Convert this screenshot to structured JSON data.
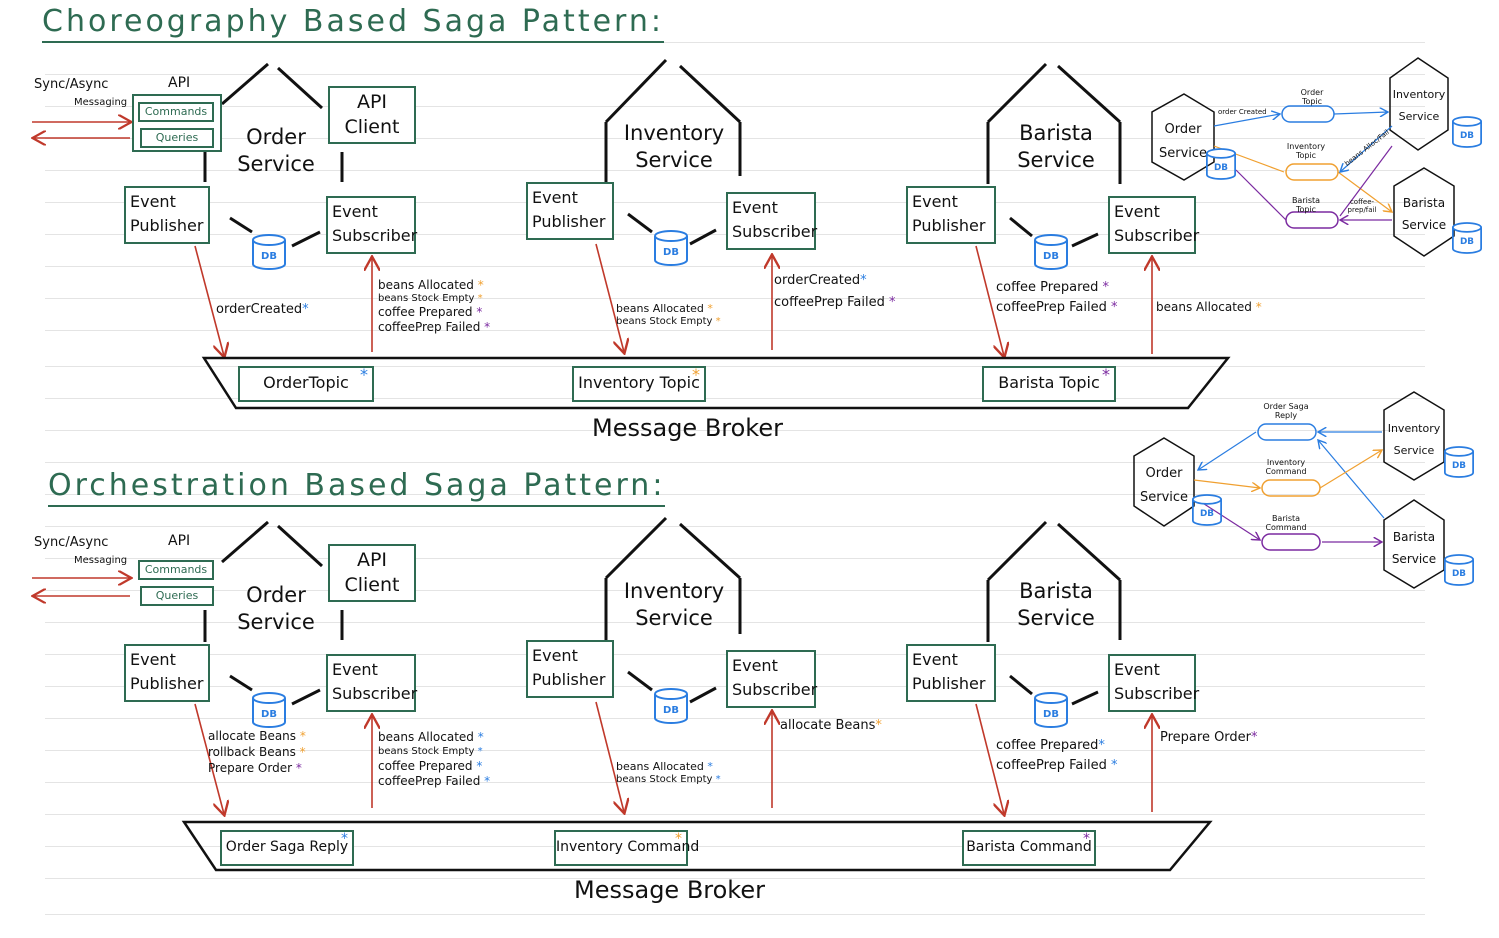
{
  "colors": {
    "title": "#2e6b52",
    "arrow": "#c0392b",
    "blue": "#2a7de1",
    "orange": "#f0a030",
    "purple": "#7b2aa0"
  },
  "choreography": {
    "title": "Choreography Based Saga Pattern:",
    "sync_label": "Sync/Async",
    "messaging_label": "Messaging",
    "api_label": "API",
    "commands_label": "Commands",
    "queries_label": "Queries",
    "api_client": "API Client",
    "order_service": "Order Service",
    "inventory_service": "Inventory Service",
    "barista_service": "Barista Service",
    "event_publisher": "Event Publisher",
    "event_subscriber": "Event Subscriber",
    "db": "DB",
    "order_pub_events": [
      "orderCreated"
    ],
    "order_sub_events": [
      "beans Allocated",
      "beans Stock Empty",
      "coffee Prepared",
      "coffeePrep Failed"
    ],
    "inventory_pub_events": [
      "beans Allocated",
      "beans Stock Empty"
    ],
    "inventory_sub_events": [
      "orderCreated",
      "coffeePrep Failed"
    ],
    "barista_pub_events": [
      "coffee Prepared",
      "coffeePrep Failed"
    ],
    "barista_sub_events": [
      "beans Allocated"
    ],
    "topics": [
      "OrderTopic",
      "Inventory Topic",
      "Barista Topic"
    ],
    "broker": "Message Broker",
    "mini": {
      "order": "Order Service",
      "inventory": "Inventory Service",
      "barista": "Barista Service",
      "db": "DB",
      "order_topic": "Order Topic",
      "inventory_topic": "Inventory Topic",
      "barista_topic": "Barista Topic",
      "order_created": "order Created",
      "beans_alloc_fail": "beans Alloc/Fail",
      "coffee_prep_fail": "coffee- prep/fail"
    }
  },
  "orchestration": {
    "title": "Orchestration Based Saga Pattern:",
    "sync_label": "Sync/Async",
    "messaging_label": "Messaging",
    "api_label": "API",
    "commands_label": "Commands",
    "queries_label": "Queries",
    "api_client": "API Client",
    "order_service": "Order Service",
    "inventory_service": "Inventory Service",
    "barista_service": "Barista Service",
    "event_publisher": "Event Publisher",
    "event_subscriber": "Event Subscriber",
    "db": "DB",
    "order_pub_events": [
      "allocate Beans",
      "rollback Beans",
      "Prepare Order"
    ],
    "order_sub_events": [
      "beans Allocated",
      "beans Stock Empty",
      "coffee Prepared",
      "coffeePrep Failed"
    ],
    "inventory_pub_events": [
      "beans Allocated",
      "beans Stock Empty"
    ],
    "inventory_sub_events": [
      "allocate Beans"
    ],
    "barista_pub_events": [
      "coffee Prepared",
      "coffeePrep Failed"
    ],
    "barista_sub_events": [
      "Prepare Order"
    ],
    "topics": [
      "Order Saga Reply",
      "Inventory Command",
      "Barista Command"
    ],
    "broker": "Message Broker",
    "mini": {
      "order": "Order Service",
      "inventory": "Inventory Service",
      "barista": "Barista Service",
      "db": "DB",
      "order_saga_reply": "Order Saga Reply",
      "inventory_command": "Inventory Command",
      "barista_command": "Barista Command"
    }
  }
}
